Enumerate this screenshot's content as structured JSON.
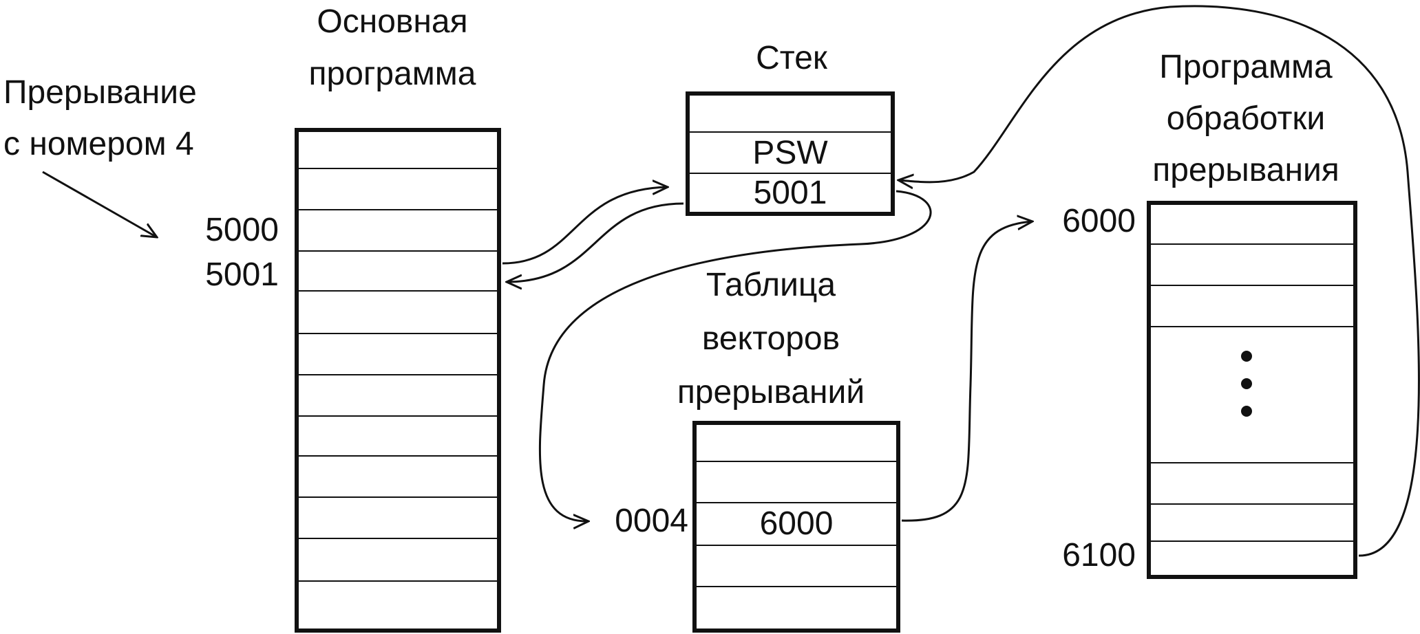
{
  "main_program": {
    "title_line1": "Основная",
    "title_line2": "программа",
    "addr_5000": "5000",
    "addr_5001": "5001"
  },
  "interrupt": {
    "line1": "Прерывание",
    "line2": "с номером 4"
  },
  "stack": {
    "title": "Стек",
    "psw": "PSW",
    "value": "5001"
  },
  "vector_table": {
    "title_line1": "Таблица",
    "title_line2": "векторов",
    "title_line3": "прерываний",
    "index": "0004",
    "value": "6000"
  },
  "handler": {
    "title_line1": "Программа",
    "title_line2": "обработки",
    "title_line3": "прерывания",
    "start_addr": "6000",
    "end_addr": "6100"
  }
}
